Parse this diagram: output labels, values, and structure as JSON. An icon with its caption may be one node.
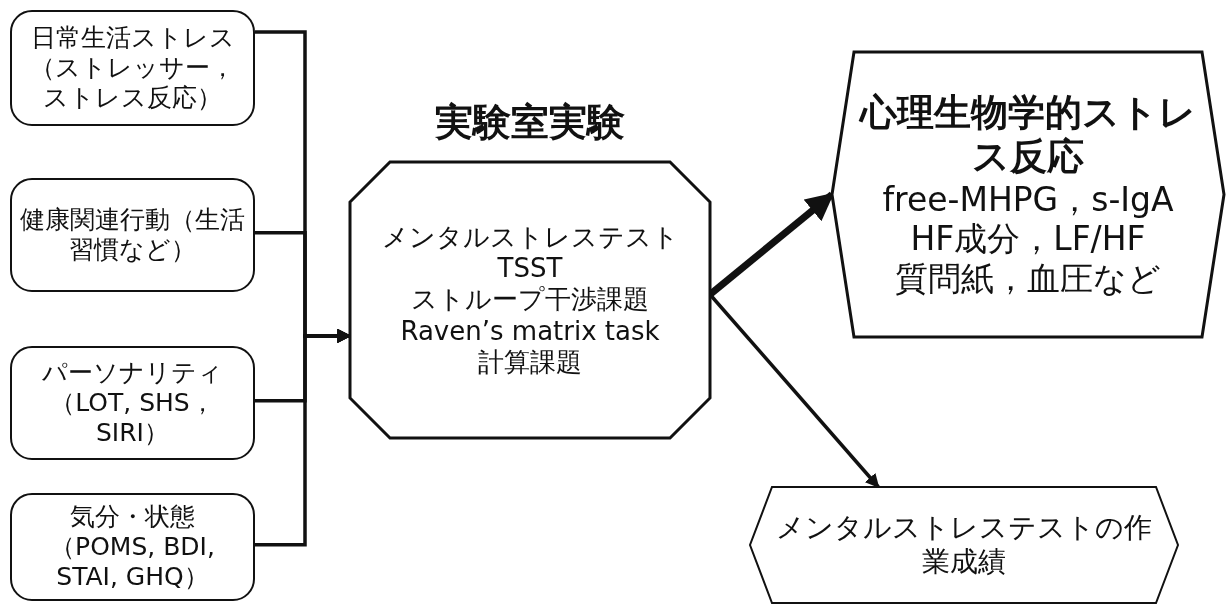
{
  "diagram": {
    "nodes": [
      {
        "text": [
          "日常生活ストレス（ストレッサー，ストレス反応）"
        ]
      },
      {
        "text": [
          "健康関連行動（生活習慣など）"
        ]
      },
      {
        "text": [
          "パーソナリティ（LOT, SHS，SIRI）"
        ]
      },
      {
        "text": [
          "気分・状態（POMS, BDI, STAI, GHQ）"
        ]
      },
      {
        "text": [
          "実験室実験",
          "メンタルストレステスト",
          "TSST",
          "ストループ干渉課題",
          "Raven’s matrix task",
          "計算課題"
        ]
      },
      {
        "text": [
          "心理生物学的ストレス反応",
          "free-MHPG，s-IgA",
          "HF成分，LF/HF",
          "質問紙，血圧など"
        ]
      },
      {
        "text": [
          "メンタルストレステストの作業成績"
        ]
      }
    ],
    "edges": [
      {
        "from": 0,
        "to": 4,
        "arrow": "to"
      },
      {
        "from": 1,
        "to": 4,
        "arrow": "to"
      },
      {
        "from": 2,
        "to": 4,
        "arrow": "to"
      },
      {
        "from": 3,
        "to": 4,
        "arrow": "to"
      },
      {
        "from": 4,
        "to": 5,
        "arrow": "to",
        "style": "thick"
      },
      {
        "from": 4,
        "to": 6,
        "arrow": "to"
      }
    ]
  }
}
